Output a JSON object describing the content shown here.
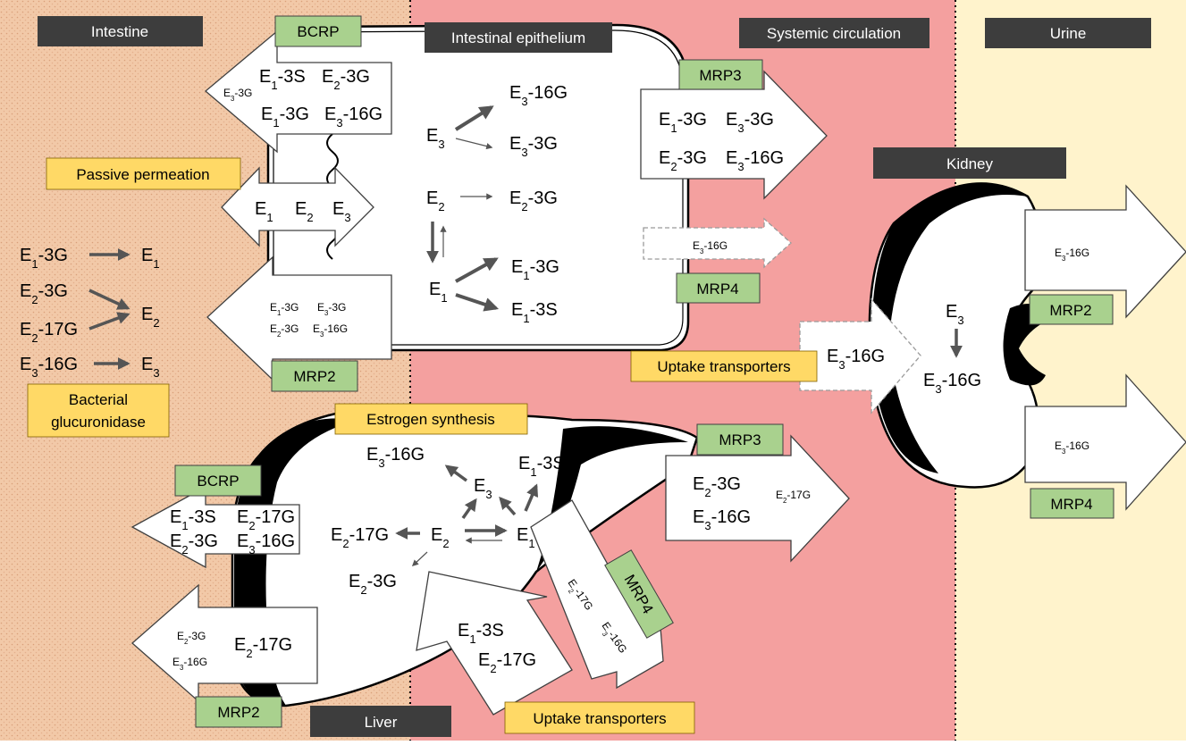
{
  "regions": {
    "intestine": "Intestine",
    "epithelium": "Intestinal epithelium",
    "systemic": "Systemic circulation",
    "urine": "Urine",
    "kidney": "Kidney",
    "liver": "Liver"
  },
  "transporters": {
    "bcrp_intestine": "BCRP",
    "mrp2_intestine": "MRP2",
    "mrp3_intestine": "MRP3",
    "mrp4_intestine": "MRP4",
    "mrp3_liver": "MRP3",
    "mrp4_liver": "MRP4",
    "bcrp_liver": "BCRP",
    "mrp2_liver": "MRP2",
    "mrp2_kidney": "MRP2",
    "mrp4_kidney": "MRP4"
  },
  "processes": {
    "passive": "Passive permeation",
    "bacterial": [
      "Bacterial",
      "glucuronidase"
    ],
    "estrogen_synthesis": "Estrogen synthesis",
    "uptake_intestine": "Uptake transporters",
    "uptake_liver": "Uptake transporters"
  },
  "colors": {
    "intestine_bg": "#f2c9a8",
    "systemic_bg": "#f4a09f",
    "urine_bg": "#fff3cc",
    "dark_label": "#3d3d3d",
    "transporter_green": "#a9d18e",
    "process_yellow": "#ffd966"
  },
  "species": {
    "bacterial": [
      {
        "from": "E|1|-3G",
        "to": "E|1"
      },
      {
        "from": "E|2|-3G",
        "to": "E|2"
      },
      {
        "from": "E|2|-17G",
        "to": ""
      },
      {
        "from": "E|3|-16G",
        "to": "E|3"
      }
    ],
    "bcrp_intestine_arrow": [
      "E|1|-3S",
      "E|2|-3G",
      "E|3|-3G",
      "E|1|-3G",
      "E|3|-16G"
    ],
    "passive_arrow": [
      "E|1",
      "E|2",
      "E|3"
    ],
    "mrp2_intestine_arrow": [
      "E|1|-3G",
      "E|3|-3G",
      "E|2|-3G",
      "E|3|-16G"
    ],
    "epithelium_metabolism": [
      "E|3",
      "E|3|-16G",
      "E|3|-3G",
      "E|2",
      "E|2|-3G",
      "E|1",
      "E|1|-3G",
      "E|1|-3S"
    ],
    "mrp3_intestine_arrow": [
      "E|1|-3G",
      "E|3|-3G",
      "E|2|-3G",
      "E|3|-16G"
    ],
    "mrp4_intestine_arrow": [
      "E|3|-16G"
    ],
    "kidney_uptake_arrow": [
      "E|3|-16G"
    ],
    "kidney_metabolism": [
      "E|3",
      "E|3|-16G"
    ],
    "mrp2_kidney_arrow": [
      "E|3|-16G"
    ],
    "mrp4_kidney_arrow": [
      "E|3|-16G"
    ],
    "liver_metabolism": [
      "E|3|-16G",
      "E|3",
      "E|1|-3S",
      "E|2|-17G",
      "E|2",
      "E|1",
      "E|2|-3G"
    ],
    "mrp3_liver_arrow": [
      "E|2|-3G",
      "E|2|-17G",
      "E|3|-16G"
    ],
    "bcrp_liver_arrow": [
      "E|1|-3S",
      "E|2|-17G",
      "E|2|-3G",
      "E|3|-16G"
    ],
    "mrp2_liver_arrow": [
      "E|2|-3G",
      "E|2|-17G",
      "E|3|-16G"
    ],
    "liver_uptake_arrow": [
      "E|1|-3S",
      "E|2|-17G"
    ],
    "mrp4_liver_arrow": [
      "E|2|-17G",
      "E|3|-16G"
    ]
  }
}
